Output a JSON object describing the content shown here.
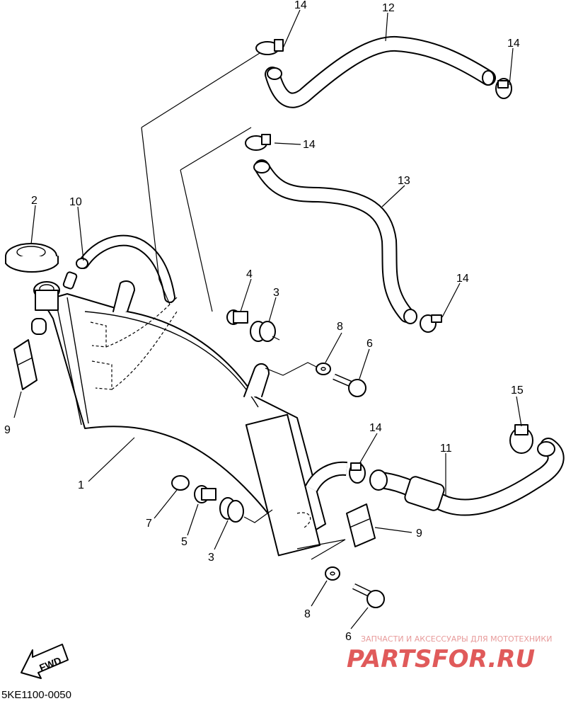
{
  "diagram": {
    "callouts": [
      {
        "id": "c1",
        "label": "1"
      },
      {
        "id": "c2",
        "label": "2"
      },
      {
        "id": "c3a",
        "label": "3"
      },
      {
        "id": "c3b",
        "label": "3"
      },
      {
        "id": "c4",
        "label": "4"
      },
      {
        "id": "c5",
        "label": "5"
      },
      {
        "id": "c6a",
        "label": "6"
      },
      {
        "id": "c6b",
        "label": "6"
      },
      {
        "id": "c7",
        "label": "7"
      },
      {
        "id": "c8a",
        "label": "8"
      },
      {
        "id": "c8b",
        "label": "8"
      },
      {
        "id": "c9a",
        "label": "9"
      },
      {
        "id": "c9b",
        "label": "9"
      },
      {
        "id": "c10",
        "label": "10"
      },
      {
        "id": "c11",
        "label": "11"
      },
      {
        "id": "c12",
        "label": "12"
      },
      {
        "id": "c13",
        "label": "13"
      },
      {
        "id": "c14a",
        "label": "14"
      },
      {
        "id": "c14b",
        "label": "14"
      },
      {
        "id": "c14c",
        "label": "14"
      },
      {
        "id": "c14d",
        "label": "14"
      },
      {
        "id": "c14e",
        "label": "14"
      },
      {
        "id": "c15",
        "label": "15"
      }
    ],
    "fwd_label": "FWD",
    "diagram_code": "5KE1100-0050"
  },
  "watermark": {
    "tagline": "ЗАПЧАСТИ И АКСЕССУАРЫ ДЛЯ МОТОТЕХНИКИ",
    "brand": "PARTSFOR.RU",
    "color": "#e05a5a"
  }
}
